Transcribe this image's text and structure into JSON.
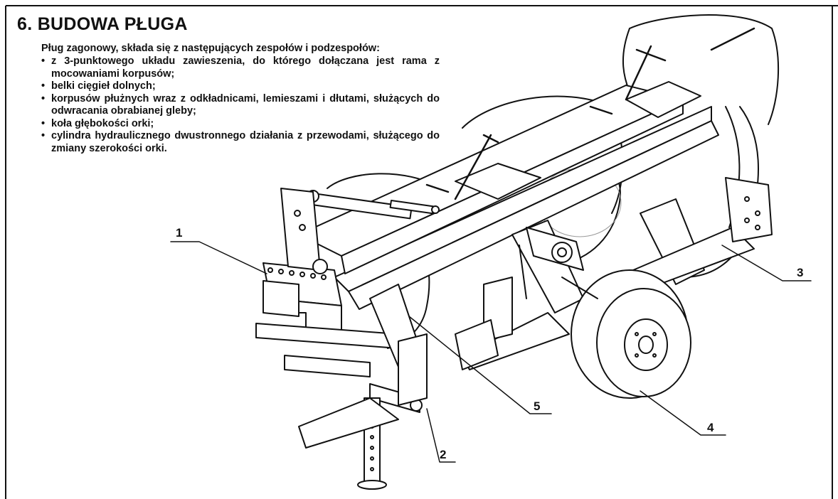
{
  "document": {
    "heading": "6. BUDOWA PŁUGA",
    "intro": "Pług zagonowy, składa się z następujących zespołów i podzespołów:",
    "components": [
      "z 3-punktowego układu zawieszenia, do którego dołączana jest rama z mocowaniami korpusów;",
      "belki cięgieł dolnych;",
      "korpusów płużnych wraz z odkładnicami, lemieszami i dłutami, służących do odwracania obrabianej gleby;",
      "koła głębokości orki;",
      "cylindra hydraulicznego dwustronnego działania z przewodami, służącego do zmiany szerokości orki."
    ]
  },
  "figure": {
    "callouts": [
      {
        "label": "1"
      },
      {
        "label": "2"
      },
      {
        "label": "3"
      },
      {
        "label": "4"
      },
      {
        "label": "5"
      }
    ]
  }
}
